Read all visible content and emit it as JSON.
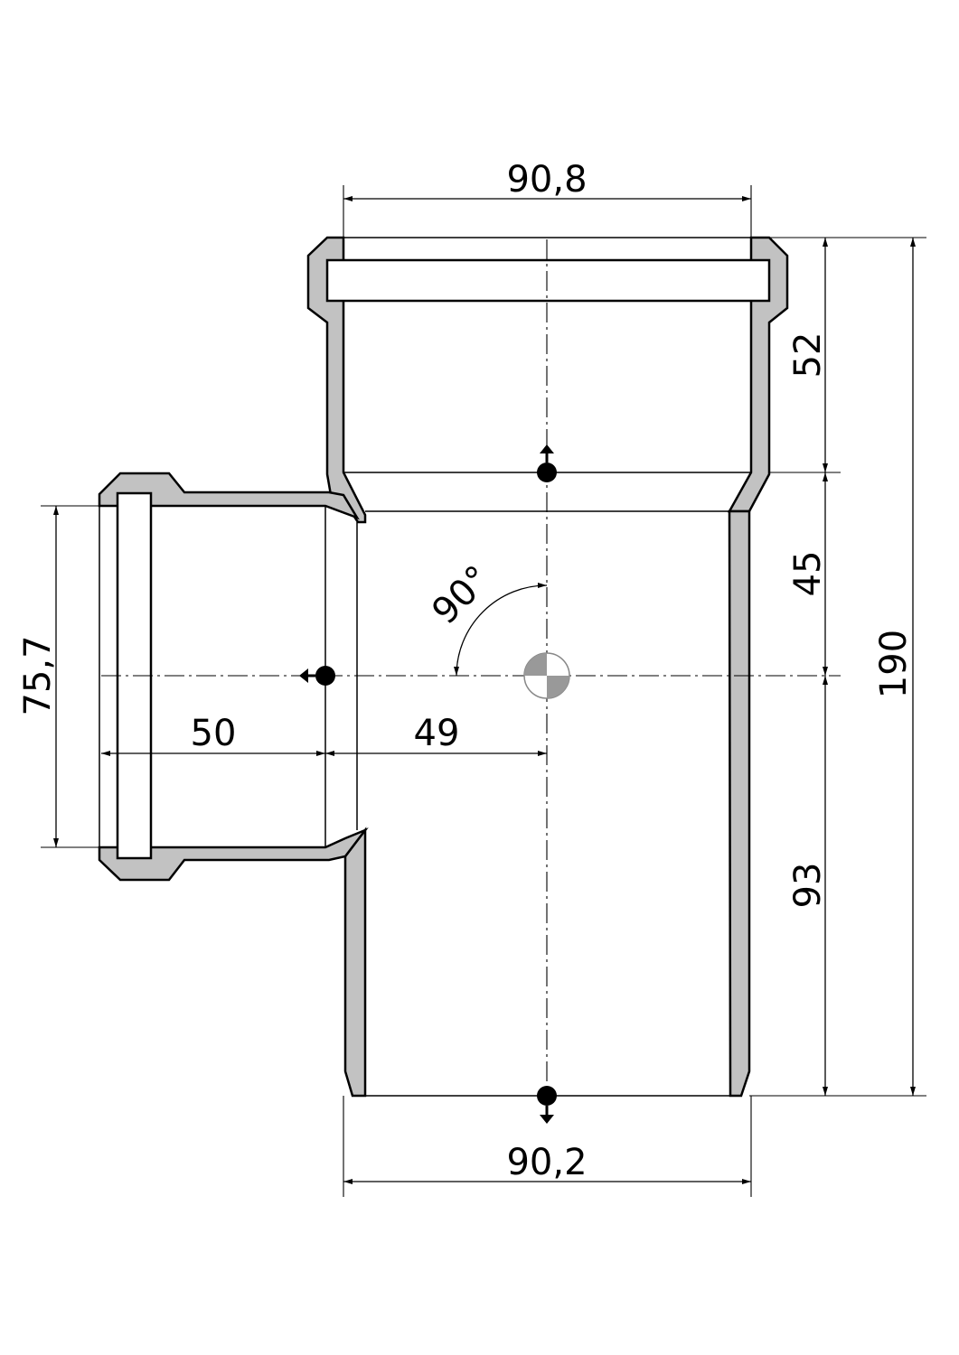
{
  "dimensions": {
    "top_width": "90,8",
    "bottom_width": "90,2",
    "branch_diameter": "75,7",
    "branch_socket_depth": "50",
    "branch_offset": "49",
    "angle": "90°",
    "height_socket": "52",
    "height_middle": "45",
    "height_lower": "93",
    "height_total": "190"
  },
  "colors": {
    "wall_fill": "#c2c2c2",
    "line": "#000000",
    "background": "#ffffff"
  }
}
